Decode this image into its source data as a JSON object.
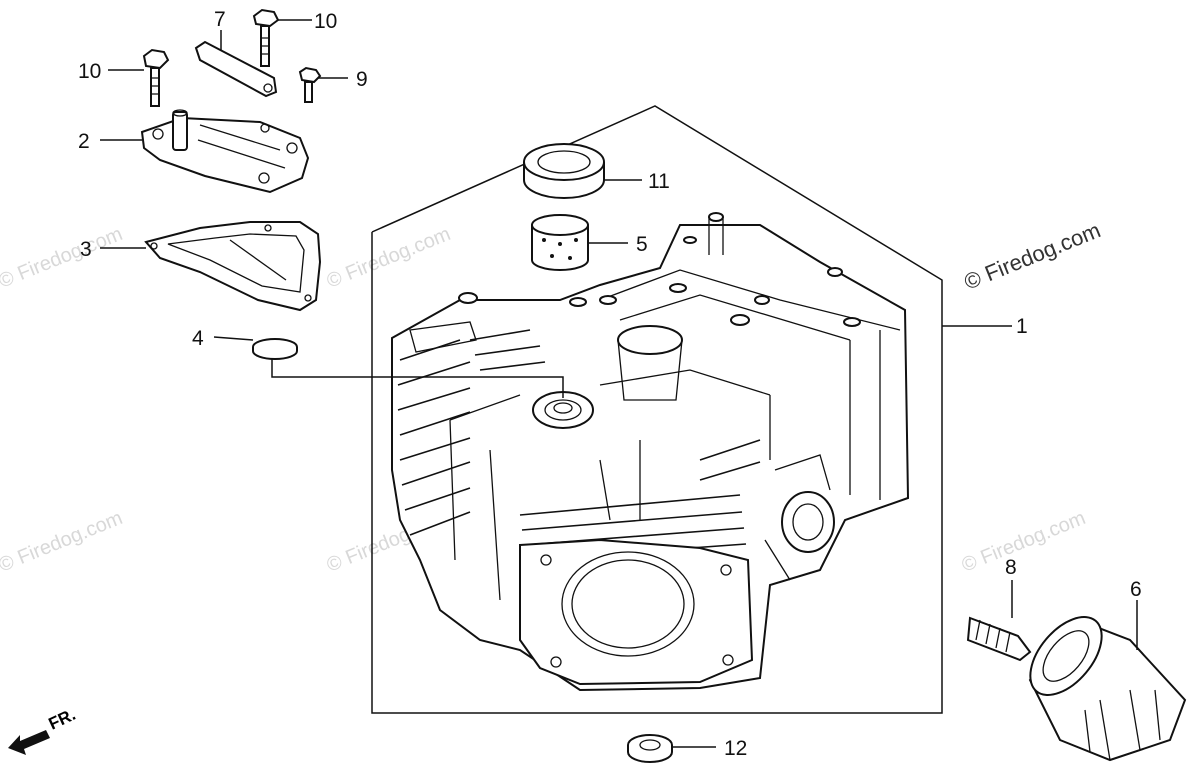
{
  "callouts": {
    "c1": "1",
    "c2": "2",
    "c3": "3",
    "c4": "4",
    "c5": "5",
    "c6": "6",
    "c7": "7",
    "c8": "8",
    "c9": "9",
    "c10a": "10",
    "c10b": "10",
    "c11": "11",
    "c12": "12"
  },
  "direction_label": "FR.",
  "watermark": "© Firedog.com"
}
